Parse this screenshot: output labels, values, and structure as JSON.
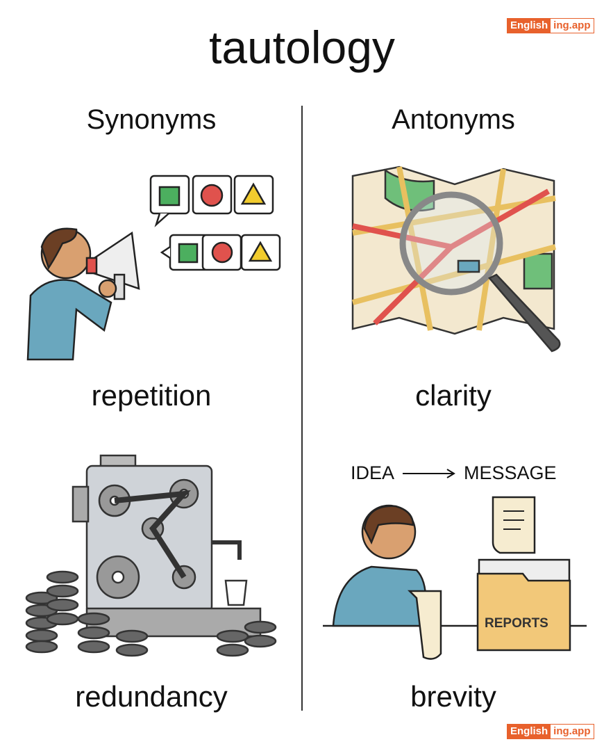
{
  "title": "tautology",
  "brand": {
    "part1": "English",
    "part2": "ing.app",
    "color": "#e8612c"
  },
  "synonyms": {
    "heading": "Synonyms",
    "words": [
      "repetition",
      "redundancy"
    ]
  },
  "antonyms": {
    "heading": "Antonyms",
    "words": [
      "clarity",
      "brevity"
    ]
  },
  "illustration_text": {
    "idea": "IDEA",
    "message": "MESSAGE",
    "folder": "REPORTS"
  }
}
